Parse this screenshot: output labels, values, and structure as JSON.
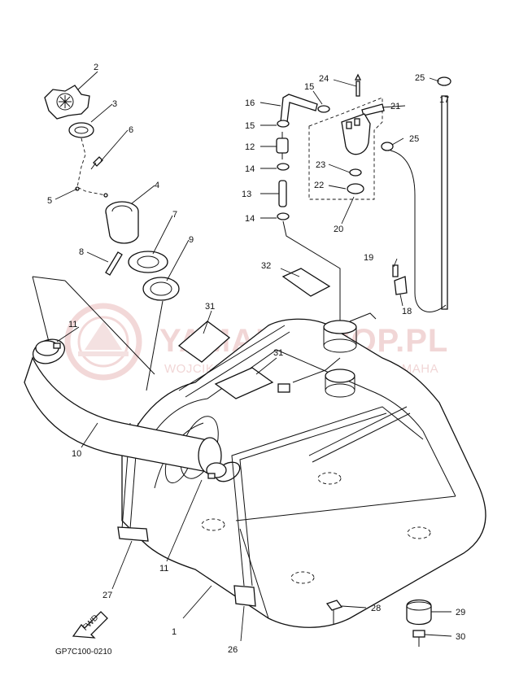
{
  "diagram": {
    "drawing_code": "GP7C100-0210",
    "watermark": {
      "main": "YAMAHASHOP.PL",
      "sub": "WOJCIK-AUTORYZOWANY DEALER YAMAHA"
    },
    "direction_arrow": "FWD",
    "callouts": [
      {
        "id": "c1",
        "label": "1"
      },
      {
        "id": "c2",
        "label": "2"
      },
      {
        "id": "c3",
        "label": "3"
      },
      {
        "id": "c4",
        "label": "4"
      },
      {
        "id": "c5",
        "label": "5"
      },
      {
        "id": "c6",
        "label": "6"
      },
      {
        "id": "c7",
        "label": "7"
      },
      {
        "id": "c8",
        "label": "8"
      },
      {
        "id": "c9",
        "label": "9"
      },
      {
        "id": "c10",
        "label": "10"
      },
      {
        "id": "c11a",
        "label": "11"
      },
      {
        "id": "c11b",
        "label": "11"
      },
      {
        "id": "c12",
        "label": "12"
      },
      {
        "id": "c13",
        "label": "13"
      },
      {
        "id": "c14a",
        "label": "14"
      },
      {
        "id": "c14b",
        "label": "14"
      },
      {
        "id": "c15a",
        "label": "15"
      },
      {
        "id": "c15b",
        "label": "15"
      },
      {
        "id": "c16",
        "label": "16"
      },
      {
        "id": "c17",
        "label": "17"
      },
      {
        "id": "c18",
        "label": "18"
      },
      {
        "id": "c19",
        "label": "19"
      },
      {
        "id": "c20",
        "label": "20"
      },
      {
        "id": "c21",
        "label": "21"
      },
      {
        "id": "c22",
        "label": "22"
      },
      {
        "id": "c23",
        "label": "23"
      },
      {
        "id": "c24",
        "label": "24"
      },
      {
        "id": "c25a",
        "label": "25"
      },
      {
        "id": "c25b",
        "label": "25"
      },
      {
        "id": "c26",
        "label": "26"
      },
      {
        "id": "c27",
        "label": "27"
      },
      {
        "id": "c28",
        "label": "28"
      },
      {
        "id": "c29",
        "label": "29"
      },
      {
        "id": "c30",
        "label": "30"
      },
      {
        "id": "c31a",
        "label": "31"
      },
      {
        "id": "c31b",
        "label": "31"
      },
      {
        "id": "c32",
        "label": "32"
      }
    ]
  }
}
